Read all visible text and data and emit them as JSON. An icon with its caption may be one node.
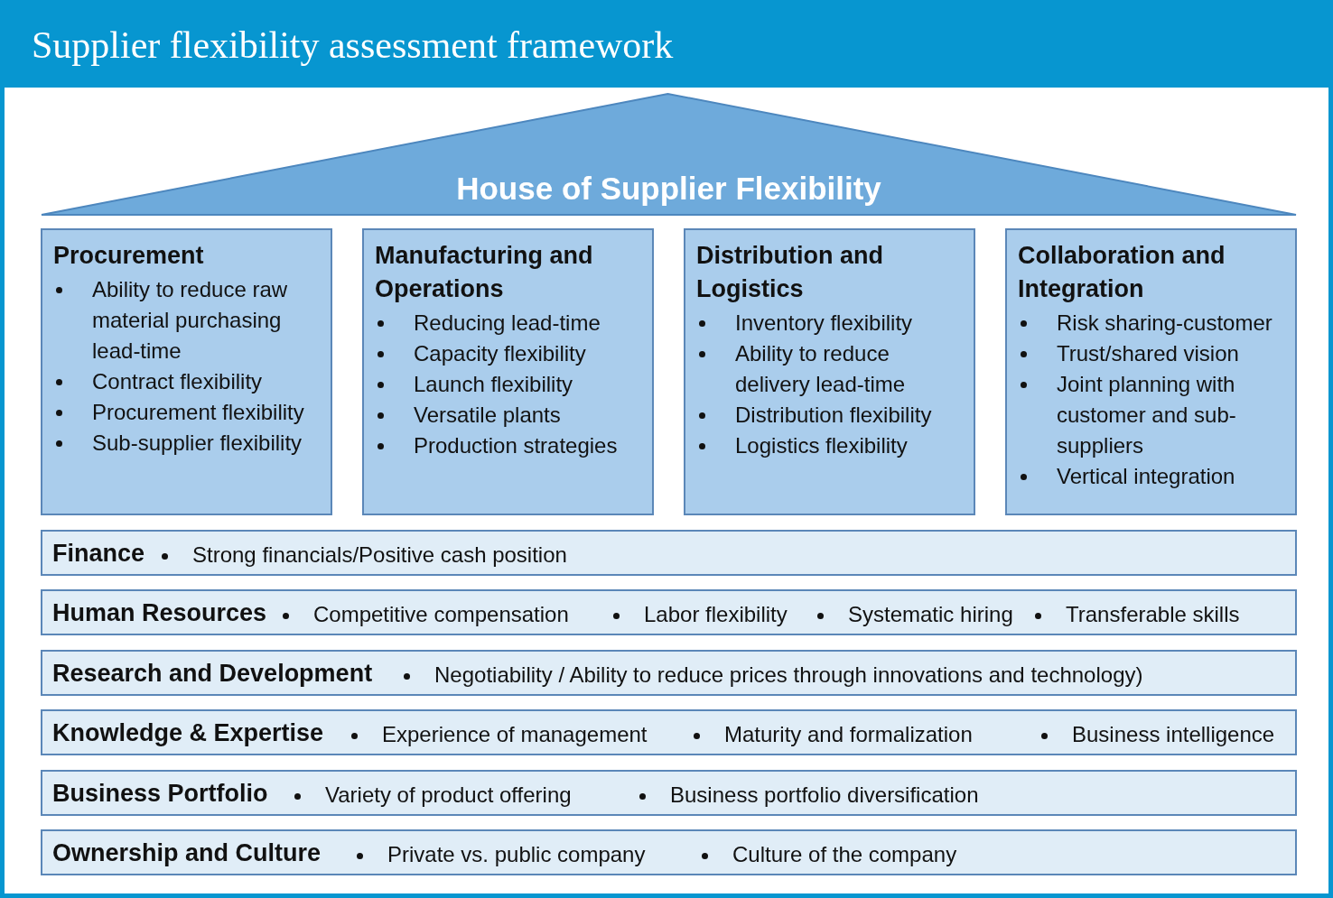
{
  "diagram": {
    "title": "Supplier flexibility assessment framework",
    "nodes": [
      {
        "text": [
          "House of Supplier Flexibility"
        ]
      },
      {
        "text": [
          "Procurement",
          "Ability to reduce raw material purchasing lead-time",
          "Contract flexibility",
          "Procurement flexibility",
          "Sub-supplier flexibility"
        ]
      },
      {
        "text": [
          "Manufacturing and Operations",
          "Reducing lead-time",
          "Capacity flexibility",
          "Launch flexibility",
          "Versatile plants",
          "Production strategies"
        ]
      },
      {
        "text": [
          "Distribution and Logistics",
          "Inventory flexibility",
          "Ability to reduce delivery lead-time",
          "Distribution flexibility",
          "Logistics flexibility"
        ]
      },
      {
        "text": [
          "Collaboration and Integration",
          "Risk sharing-customer",
          "Trust/shared vision",
          "Joint planning with customer and sub-suppliers",
          "Vertical integration"
        ]
      },
      {
        "text": [
          "Finance",
          "Strong financials/Positive cash position"
        ]
      },
      {
        "text": [
          "Human Resources",
          "Competitive compensation",
          "Labor flexibility",
          "Systematic hiring",
          "Transferable skills"
        ]
      },
      {
        "text": [
          "Research and Development",
          "Negotiability / Ability to reduce prices through innovations and technology)"
        ]
      },
      {
        "text": [
          "Knowledge & Expertise",
          "Experience of management",
          "Maturity and formalization",
          "Business intelligence"
        ]
      },
      {
        "text": [
          "Business Portfolio",
          "Variety of product offering",
          "Business portfolio diversification"
        ]
      },
      {
        "text": [
          "Ownership and Culture",
          "Private vs. public company",
          "Culture of the company"
        ]
      }
    ]
  }
}
